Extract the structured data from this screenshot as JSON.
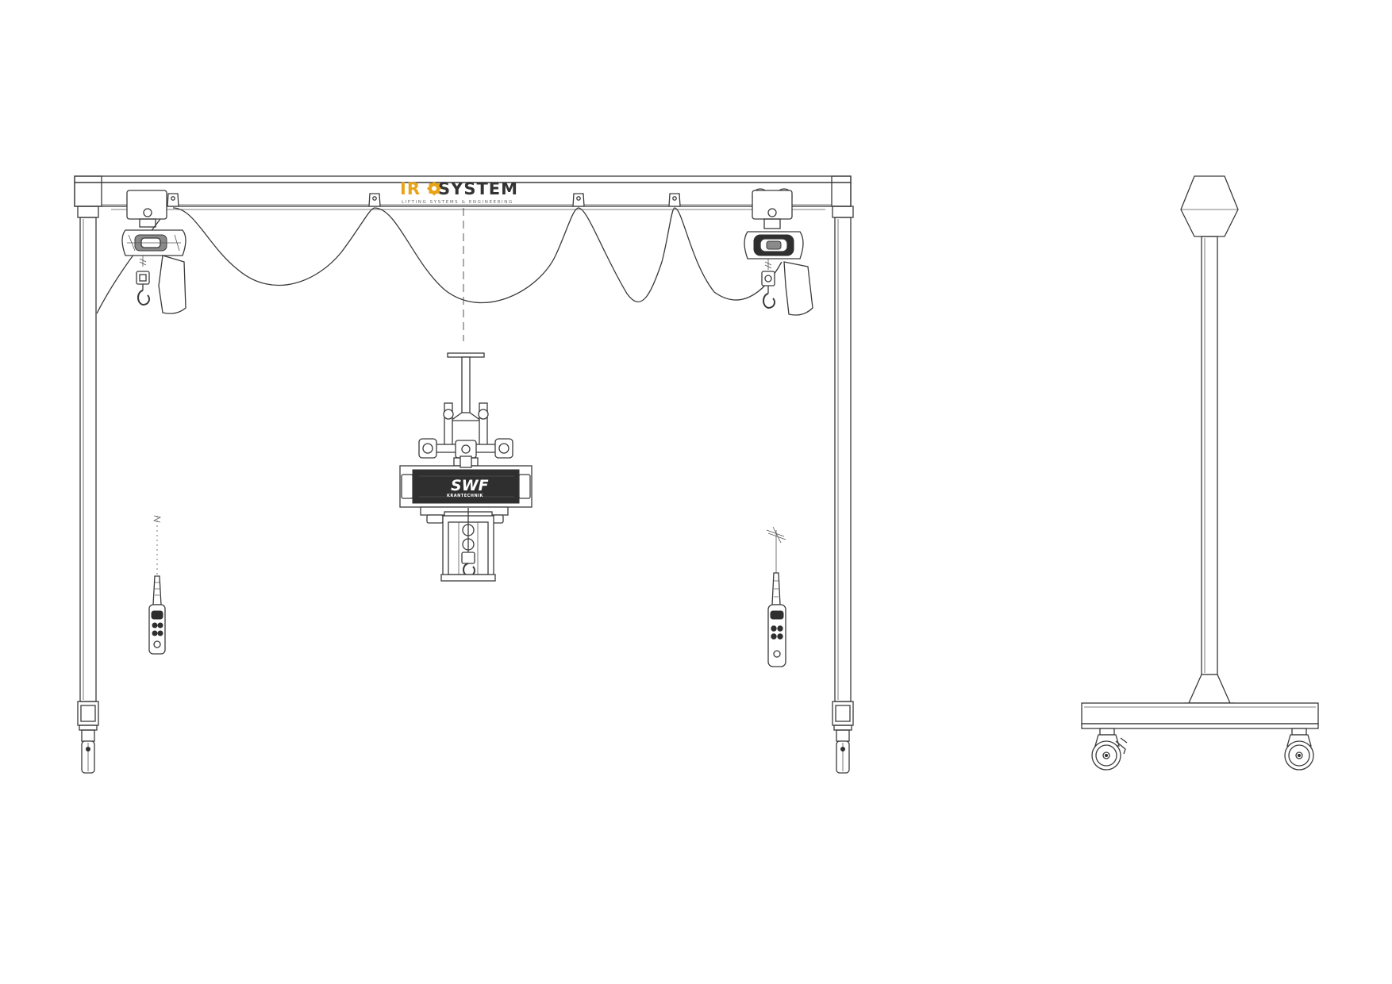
{
  "logo": {
    "prefix": "IR",
    "middle": "SYSTEM",
    "tagline": "LIFTING SYSTEMS & ENGINEERING",
    "accent_color": "#e8a317",
    "dark_color": "#333333",
    "icon": "gear-icon"
  },
  "hoist_brand": {
    "name": "SWF",
    "sub": "KRANTECHNIK"
  },
  "colors": {
    "line": "#3a3a3a",
    "background": "#ffffff"
  }
}
